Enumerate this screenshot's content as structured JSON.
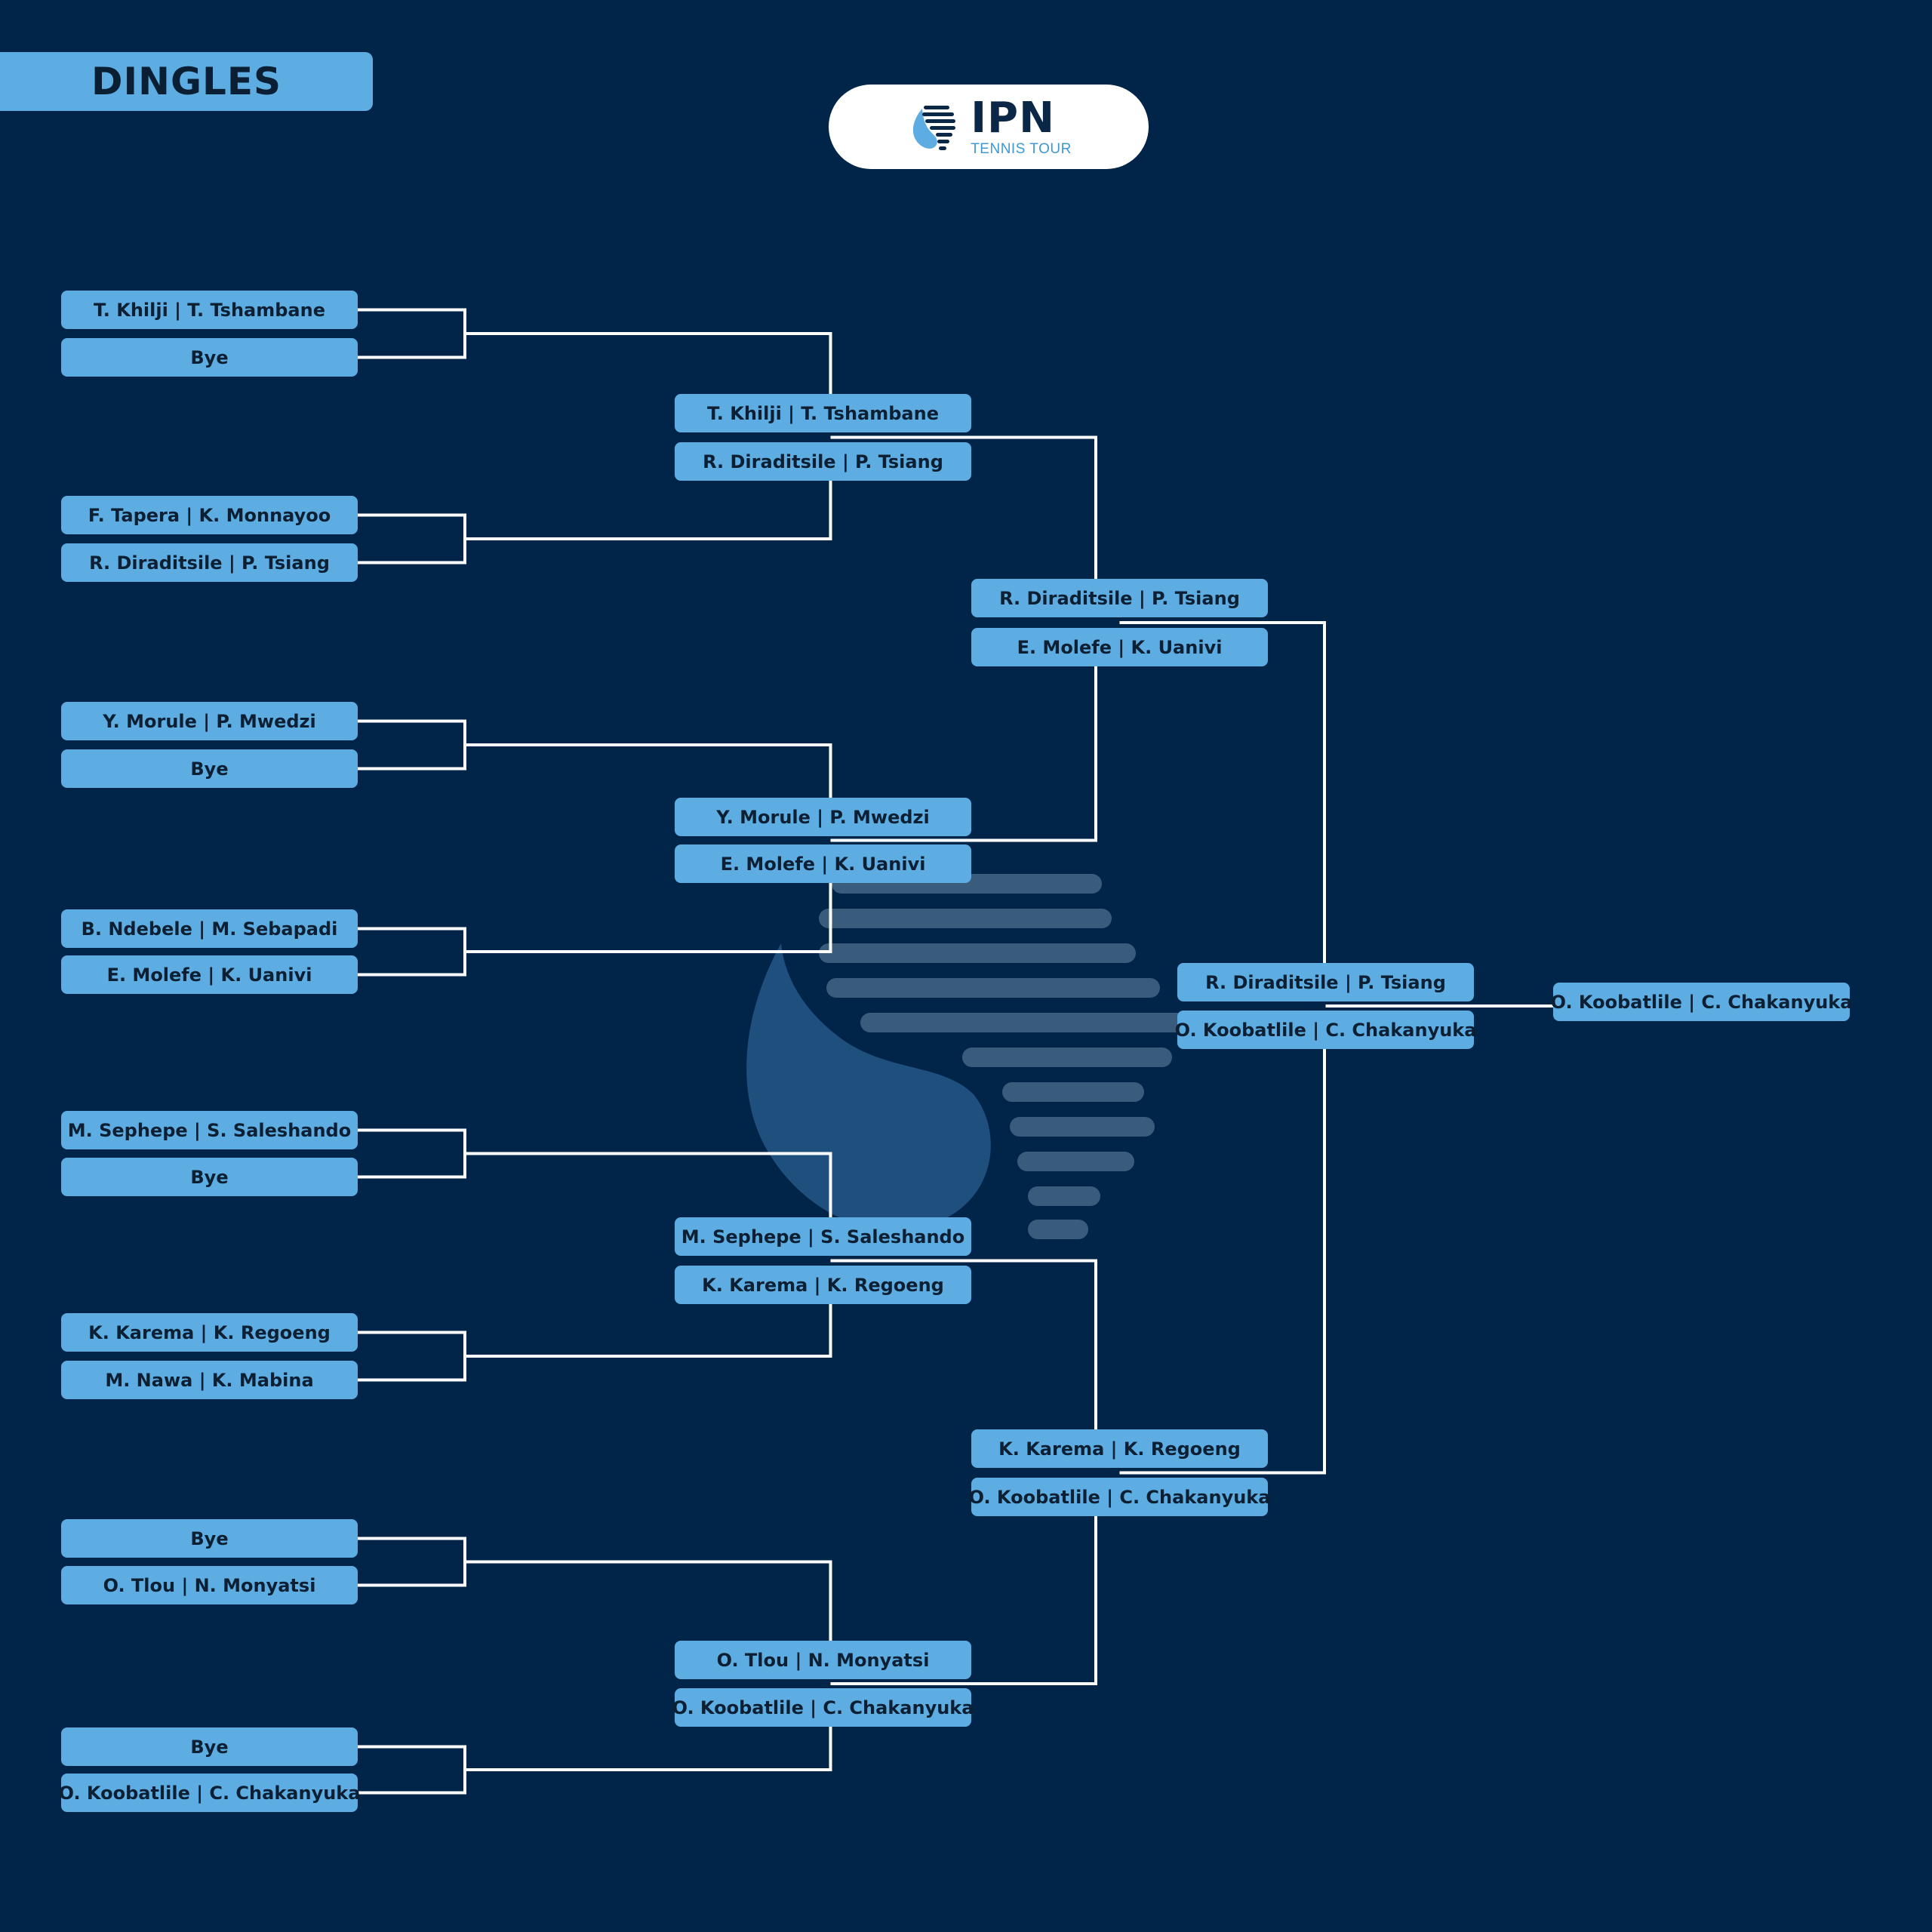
{
  "header": {
    "title": "DINGLES",
    "logo": {
      "icon": "africa-globe-icon",
      "name": "IPN",
      "subtitle": "TENNIS TOUR"
    }
  },
  "colors": {
    "background": "#012449",
    "slot": "#5dade2",
    "line": "#ffffff",
    "text": "#0d1f33"
  },
  "bracket": {
    "round1": [
      "T. Khilji | T. Tshambane",
      "Bye",
      "F. Tapera | K. Monnayoo",
      "R. Diraditsile | P. Tsiang",
      "Y. Morule | P. Mwedzi",
      "Bye",
      "B. Ndebele | M. Sebapadi",
      "E. Molefe | K. Uanivi",
      "M. Sephepe | S. Saleshando",
      "Bye",
      "K. Karema | K. Regoeng",
      "M. Nawa | K. Mabina",
      "Bye",
      "O. Tlou | N. Monyatsi",
      "Bye",
      "O. Koobatlile | C. Chakanyuka"
    ],
    "round2": [
      "T. Khilji | T. Tshambane",
      "R. Diraditsile | P. Tsiang",
      "Y. Morule | P. Mwedzi",
      "E. Molefe | K. Uanivi",
      "M. Sephepe | S. Saleshando",
      "K. Karema | K. Regoeng",
      "O. Tlou | N. Monyatsi",
      "O. Koobatlile | C. Chakanyuka"
    ],
    "round3": [
      "R. Diraditsile | P. Tsiang",
      "E. Molefe | K. Uanivi",
      "K. Karema | K. Regoeng",
      "O. Koobatlile | C. Chakanyuka"
    ],
    "round4": [
      "R. Diraditsile | P. Tsiang",
      "O. Koobatlile | C. Chakanyuka"
    ],
    "champion": "O. Koobatlile | C. Chakanyuka"
  }
}
